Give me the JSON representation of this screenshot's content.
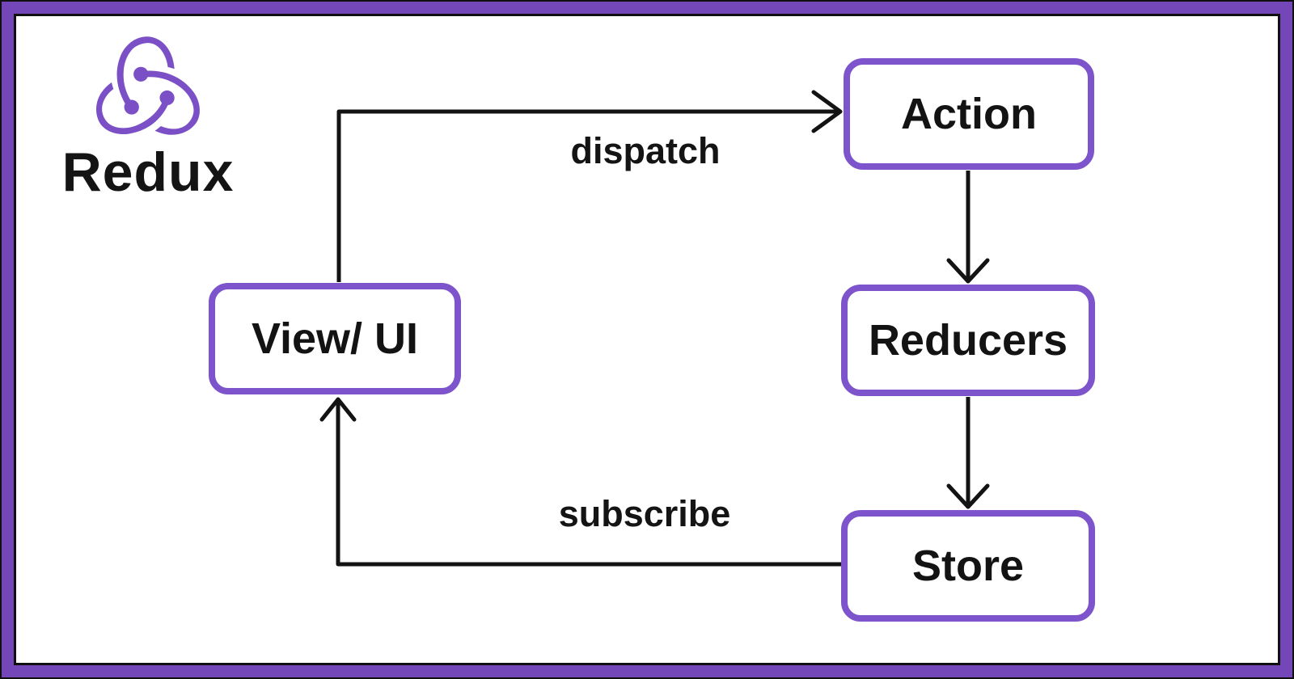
{
  "diagram": {
    "logo": {
      "brand": "Redux"
    },
    "nodes": [
      {
        "id": "action",
        "label": "Action"
      },
      {
        "id": "reducers",
        "label": "Reducers"
      },
      {
        "id": "store",
        "label": "Store"
      },
      {
        "id": "view-ui",
        "label": "View/ UI"
      }
    ],
    "edges": [
      {
        "from": "view-ui",
        "to": "action",
        "label": "dispatch"
      },
      {
        "from": "action",
        "to": "reducers",
        "label": ""
      },
      {
        "from": "reducers",
        "to": "store",
        "label": ""
      },
      {
        "from": "store",
        "to": "view-ui",
        "label": "subscribe"
      }
    ],
    "colors": {
      "frame_purple": "#7347b8",
      "node_border_purple": "#7d54cb",
      "logo_purple": "#7b4fc5",
      "line_black": "#131313",
      "background": "#ffffff"
    }
  }
}
